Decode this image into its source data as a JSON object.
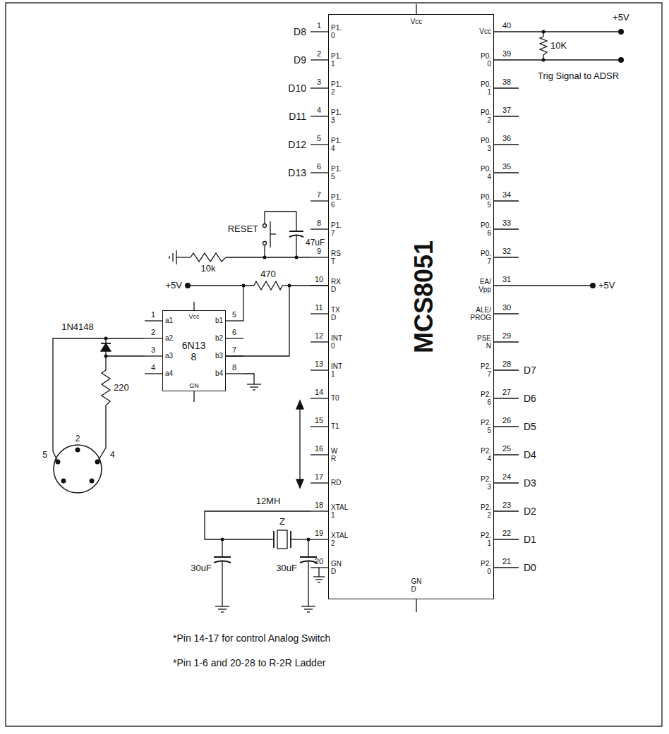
{
  "diagram": {
    "nodes": [
      {
        "text": [
          "MCS8051"
        ]
      },
      {
        "text": [
          "6N13 8"
        ]
      }
    ],
    "edges": [
      {
        "from": 1,
        "to": 0,
        "arrow": "none"
      }
    ],
    "labels": [
      "D8",
      "D9",
      "D10",
      "D11",
      "D12",
      "D13",
      "1",
      "2",
      "3",
      "4",
      "5",
      "6",
      "7",
      "8",
      "9",
      "10",
      "11",
      "12",
      "13",
      "14",
      "15",
      "16",
      "17",
      "18",
      "19",
      "20",
      "P1. 0",
      "P1. 1",
      "P1. 2",
      "P1. 3",
      "P1. 4",
      "P1. 5",
      "P1. 6",
      "P1. 7",
      "RS T",
      "RX D",
      "TX D",
      "INT 0",
      "INT 1",
      "T0",
      "T1",
      "W R",
      "RD",
      "XTAL 1",
      "XTAL 2",
      "GN D",
      "40",
      "39",
      "38",
      "37",
      "36",
      "35",
      "34",
      "33",
      "32",
      "31",
      "30",
      "29",
      "28",
      "27",
      "26",
      "25",
      "24",
      "23",
      "22",
      "21",
      "Vcc",
      "P0. 0",
      "P0. 1",
      "P0. 2",
      "P0. 3",
      "P0. 4",
      "P0. 5",
      "P0. 6",
      "P0. 7",
      "EA/ Vpp",
      "ALE/ PROG",
      "PSE N",
      "P2. 7",
      "P2. 6",
      "P2. 5",
      "P2. 4",
      "P2. 3",
      "P2. 2",
      "P2. 1",
      "P2. 0",
      "D7",
      "D6",
      "D5",
      "D4",
      "D3",
      "D2",
      "D1",
      "D0",
      "1",
      "2",
      "3",
      "4",
      "5",
      "6",
      "7",
      "8",
      "a1",
      "a2",
      "a3",
      "a4",
      "b1",
      "b2",
      "b3",
      "b4",
      "Vcc",
      "GN D",
      "Vcc",
      "GN",
      "+5V",
      "10K",
      "Trig Signal to ADSR",
      "+5V",
      "RESET",
      "47uF",
      "10k",
      "+5V",
      "470",
      "1N4148",
      "220",
      "5",
      "2",
      "4",
      "12MH",
      "Z",
      "30uF",
      "30uF",
      "*Pin 14-17 for control Analog Switch",
      "*Pin 1-6 and 20-28 to R-2R Ladder"
    ]
  }
}
